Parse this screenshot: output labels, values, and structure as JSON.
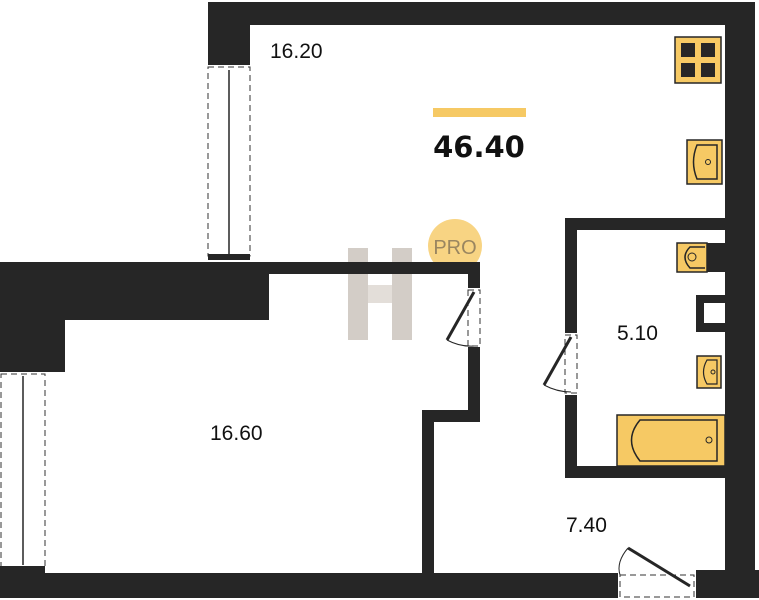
{
  "plan": {
    "total_area": "46.40",
    "rooms": [
      {
        "id": "kitchen-living",
        "area": "16.20"
      },
      {
        "id": "room",
        "area": "16.60"
      },
      {
        "id": "bathroom",
        "area": "5.10"
      },
      {
        "id": "hallway",
        "area": "7.40"
      }
    ],
    "watermark": {
      "badge_text": "PRO",
      "logo_letter": "H"
    }
  },
  "colors": {
    "wall": "#262626",
    "fixture": "#f6c964",
    "accent_bar": "#f6c964"
  }
}
